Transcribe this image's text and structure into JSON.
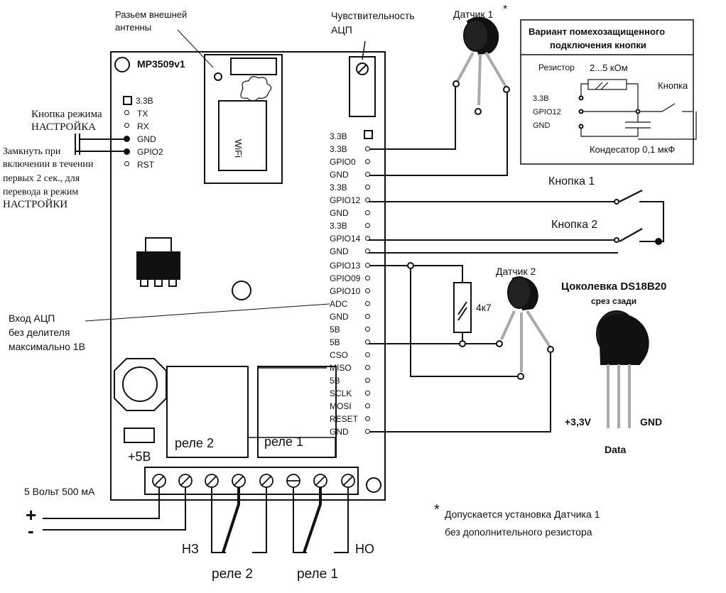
{
  "board": {
    "name": "MP3509v1",
    "wifi_label": "WiFi",
    "plus5v_label": "+5В",
    "relay2_label": "реле 2",
    "relay1_label": "реле 1"
  },
  "annotations": {
    "antenna": [
      "Разьем внешней",
      "антенны"
    ],
    "adc_sensitivity": [
      "Чувствительность",
      "АЦП"
    ],
    "setup_button": [
      "Кнопка режима",
      "НАСТРОЙКА"
    ],
    "setup_hint": [
      "Замкнуть при",
      "включении в течении",
      "первых 2 сек., для",
      "перевода в режим",
      "НАСТРОЙКИ"
    ],
    "adc_input": [
      "Вход АЦП",
      "без делителя",
      "максимально 1В"
    ],
    "power": "5 Вольт 500 мА",
    "plus": "+",
    "minus": "-",
    "nc": "НЗ",
    "no": "НО",
    "relay2_bottom": "реле 2",
    "relay1_bottom": "реле 1",
    "footnote_star": "*",
    "footnote": [
      "Допускается установка Датчика 1",
      "без дополнительного резистора"
    ]
  },
  "left_header_pins": [
    "3.3В",
    "TX",
    "RX",
    "GND",
    "GPIO2",
    "RST"
  ],
  "right_header_pins": [
    "3.3В",
    "3.3В",
    "GPIO0",
    "GND",
    "3.3В",
    "GPIO12",
    "GND",
    "3.3В",
    "GPIO14",
    "GND",
    "GPIO13",
    "GPIO09",
    "GPIO10",
    "ADC",
    "GND",
    "5В",
    "5В",
    "CSO",
    "MISO",
    "5В",
    "SCLK",
    "MOSI",
    "RESET",
    "GND"
  ],
  "sensor1": {
    "label": "Датчик 1",
    "star": "*"
  },
  "sensor2": {
    "label": "Датчик 2"
  },
  "button1": "Кнопка 1",
  "button2": "Кнопка 2",
  "resistor_4k7": "4к7",
  "noise_box": {
    "title": [
      "Вариант помехозащищенного",
      "подключения кнопки"
    ],
    "resistor": "Резистор",
    "resistor_value": "2...5 кОм",
    "button": "Кнопка",
    "pins": [
      "3.3В",
      "GPIO12",
      "GND"
    ],
    "capacitor": "Кондесатор 0,1 мкФ"
  },
  "ds18b20": {
    "title": "Цоколевка DS18B20",
    "subtitle": "срез сзади",
    "vcc": "+3,3V",
    "gnd": "GND",
    "data": "Data"
  }
}
